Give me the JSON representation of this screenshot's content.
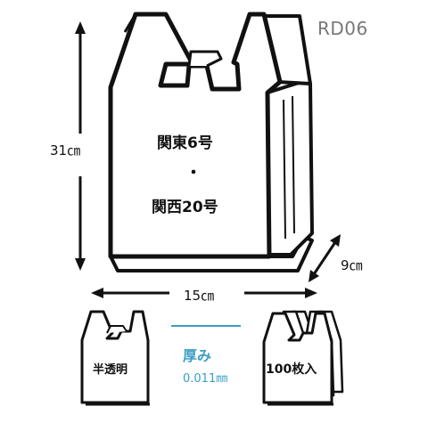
{
  "product_code": "RD06",
  "dimensions": {
    "height": "31㎝",
    "width": "15㎝",
    "depth": "9㎝"
  },
  "sizes": {
    "line1": "関東6号",
    "separator": "・",
    "line2": "関西20号"
  },
  "features": {
    "opacity": "半透明",
    "thickness_label": "厚み",
    "thickness_value": "0.011㎜",
    "count": "100枚入"
  },
  "colors": {
    "outline": "#111111",
    "accent": "#3b9fc4",
    "code_text": "#777777"
  }
}
